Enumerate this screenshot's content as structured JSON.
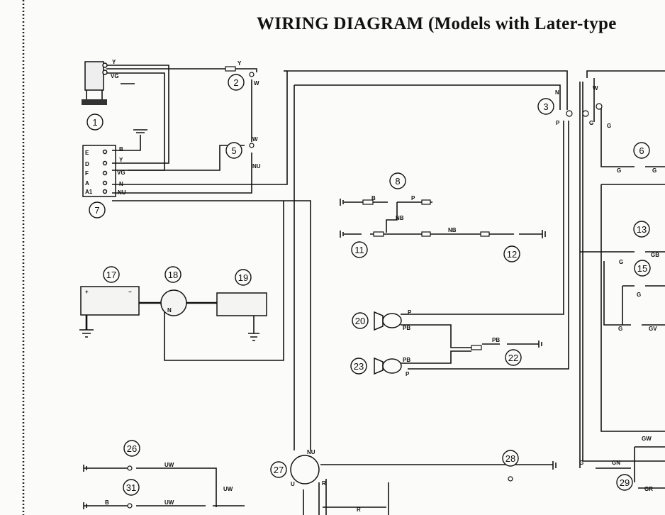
{
  "title": "WIRING DIAGRAM (Models with Later-type",
  "components": [
    "1",
    "2",
    "3",
    "5",
    "6",
    "7",
    "8",
    "11",
    "12",
    "13",
    "15",
    "17",
    "18",
    "19",
    "20",
    "22",
    "23",
    "26",
    "27",
    "28",
    "29",
    "31"
  ],
  "wire_codes": {
    "y": "Y",
    "vg": "VG",
    "w": "W",
    "nu": "NU",
    "n": "N",
    "b": "B",
    "p": "P",
    "nb": "NB",
    "pb": "PB",
    "g": "G",
    "gb": "GB",
    "gv": "GV",
    "uw": "UW",
    "gw": "GW",
    "gn": "GN",
    "gr": "GR",
    "r": "R",
    "u": "U"
  },
  "terminals": {
    "e": "E",
    "d": "D",
    "f": "F",
    "a": "A",
    "a1": "A1"
  },
  "symbols": {
    "plus": "+",
    "minus": "−",
    "n_mark": "N"
  }
}
